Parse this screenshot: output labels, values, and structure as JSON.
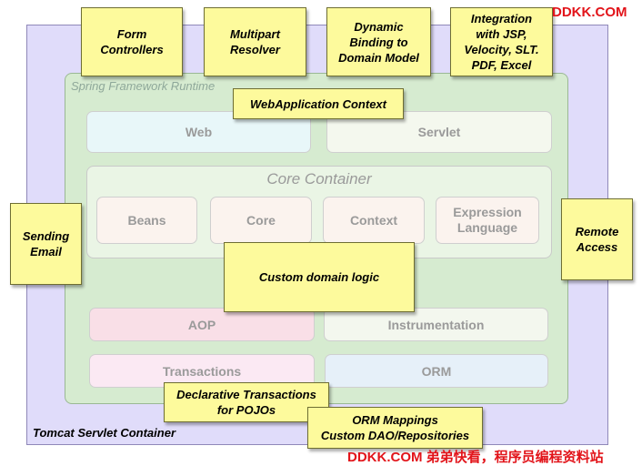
{
  "containers": {
    "tomcat": "Tomcat Servlet Container",
    "runtime": "Spring Framework Runtime"
  },
  "modules": {
    "web": "Web",
    "servlet": "Servlet",
    "core_container": "Core Container",
    "beans": "Beans",
    "core": "Core",
    "context": "Context",
    "expression_line1": "Expression",
    "expression_line2": "Language",
    "aop": "AOP",
    "instrumentation": "Instrumentation",
    "transactions": "Transactions",
    "orm": "ORM"
  },
  "notes": {
    "form_l1": "Form",
    "form_l2": "Controllers",
    "multipart_l1": "Multipart",
    "multipart_l2": "Resolver",
    "dynamic_l1": "Dynamic",
    "dynamic_l2": "Binding to",
    "dynamic_l3": "Domain Model",
    "integration_l1": "Integration",
    "integration_l2": "with JSP,",
    "integration_l3": "Velocity, SLT.",
    "integration_l4": "PDF, Excel",
    "webapp_context": "WebApplication Context",
    "sending_l1": "Sending",
    "sending_l2": "Email",
    "remote_l1": "Remote",
    "remote_l2": "Access",
    "custom_logic": "Custom domain logic",
    "declarative_l1": "Declarative Transactions",
    "declarative_l2": "for POJOs",
    "ormmap_l1": "ORM Mappings",
    "ormmap_l2": "Custom DAO/Repositories"
  },
  "watermarks": {
    "top": "DDKK.COM",
    "bottom": "DDKK.COM 弟弟快看，程序员编程资料站"
  },
  "colors": {
    "note_fill": "#fdfa9c",
    "tomcat_fill": "#e0dcfa",
    "runtime_fill": "#d6ebd0",
    "watermark": "#e2141a"
  }
}
